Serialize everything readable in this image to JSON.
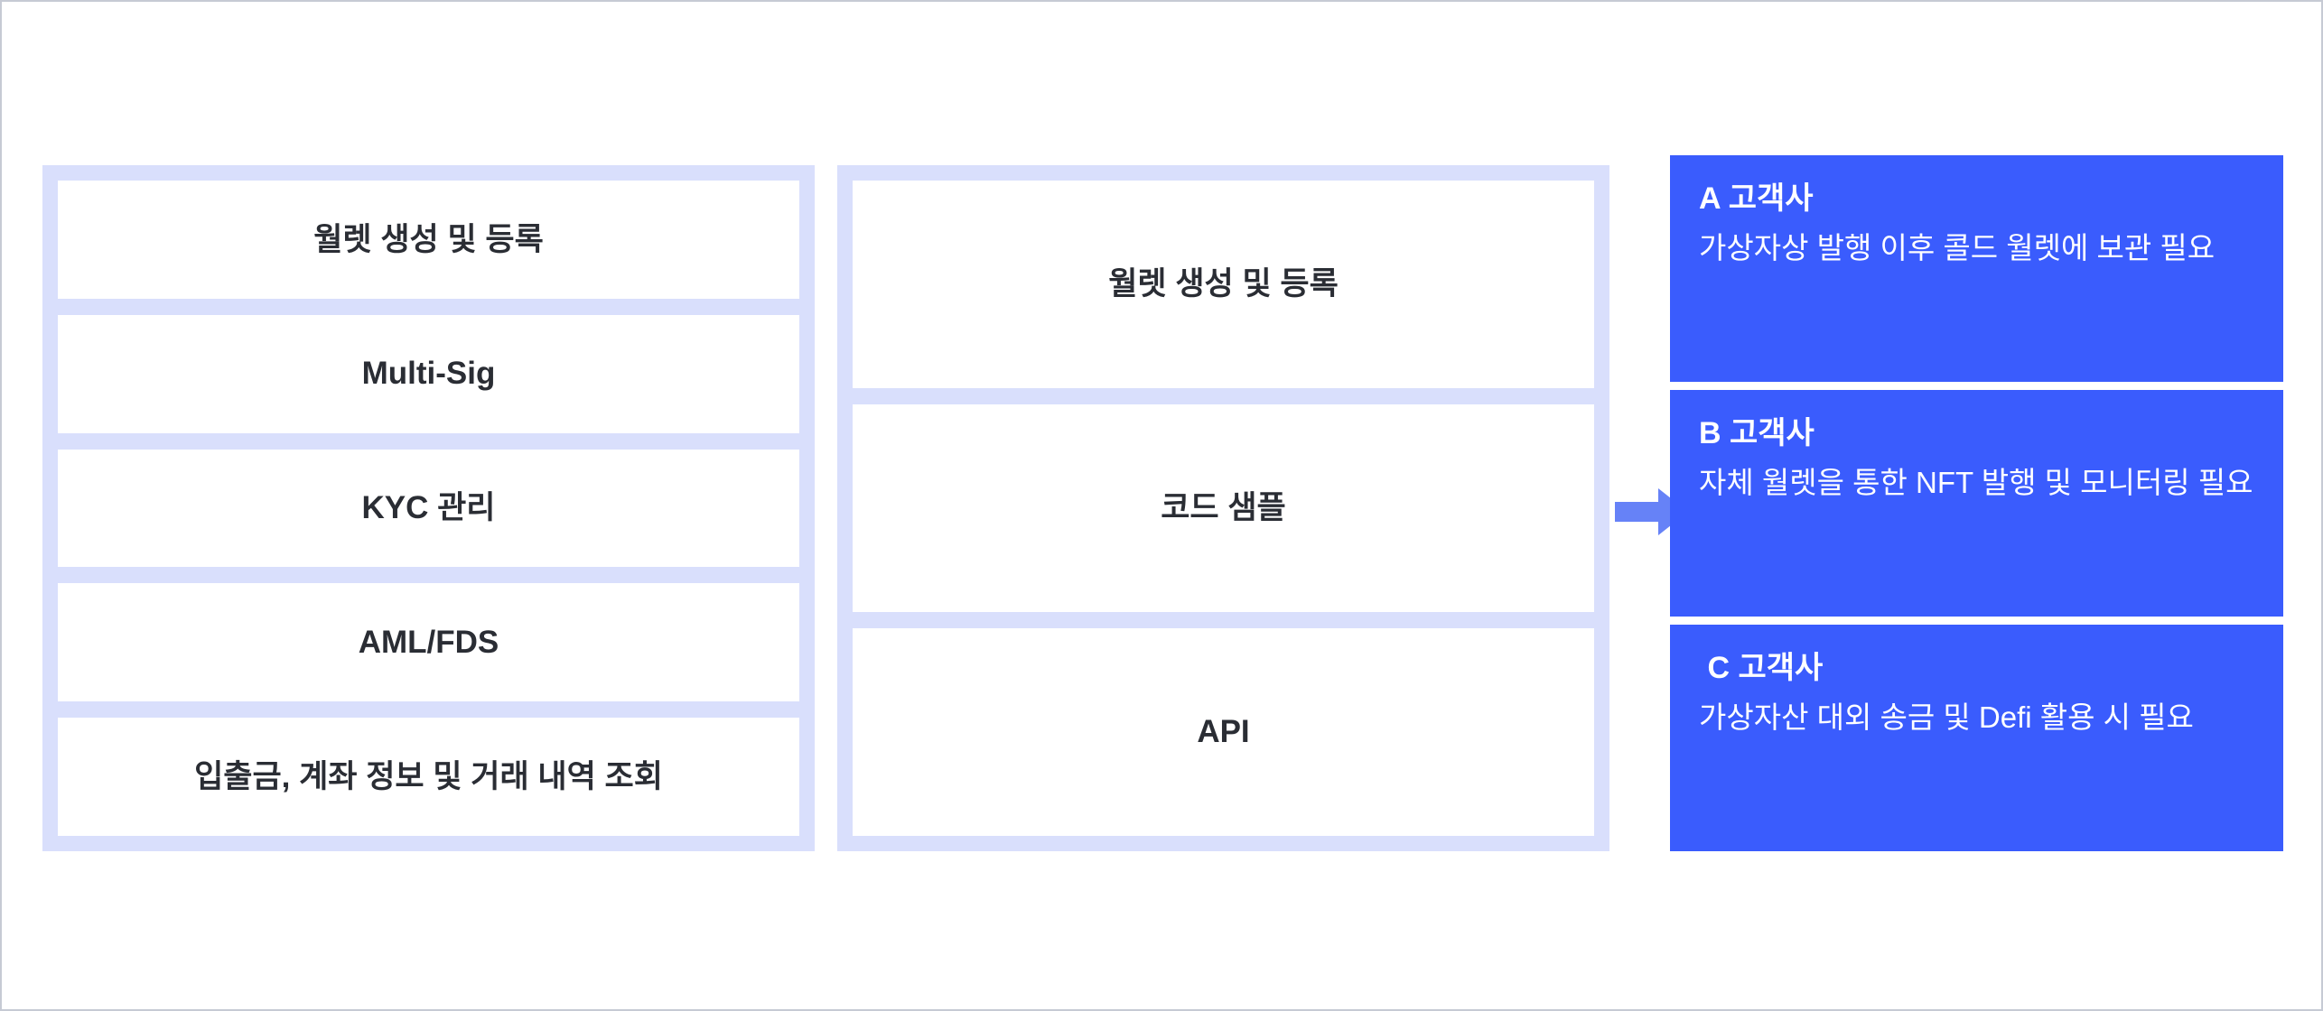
{
  "colors": {
    "group_frame": "#d9dffc",
    "cell_background": "#ffffff",
    "cell_text": "#2a2d34",
    "customer_card": "#3a5cfd",
    "customer_text": "#ffffff",
    "arrow": "#6682f7",
    "page_border": "#c6cad4"
  },
  "columns": {
    "capabilities": {
      "name": "wallet-capabilities-group",
      "items": [
        {
          "label": "월렛 생성 및 등록"
        },
        {
          "label": "Multi-Sig"
        },
        {
          "label": "KYC 관리"
        },
        {
          "label": "AML/FDS"
        },
        {
          "label": "입출금, 계좌 정보 및 거래 내역 조회"
        }
      ]
    },
    "delivery": {
      "name": "delivery-methods-group",
      "items": [
        {
          "label": "월렛 생성 및 등록"
        },
        {
          "label": "코드 샘플"
        },
        {
          "label": "API"
        }
      ]
    }
  },
  "arrow": {
    "icon": "arrow-right-icon",
    "direction": "right"
  },
  "customers": [
    {
      "title": "A 고객사",
      "description": "가상자상 발행 이후 콜드 월렛에 보관 필요"
    },
    {
      "title": "B 고객사",
      "description": "자체 월렛을 통한 NFT 발행 및 모니터링 필요"
    },
    {
      "title": " C 고객사",
      "description": "가상자산 대외 송금 및 Defi 활용 시 필요"
    }
  ]
}
